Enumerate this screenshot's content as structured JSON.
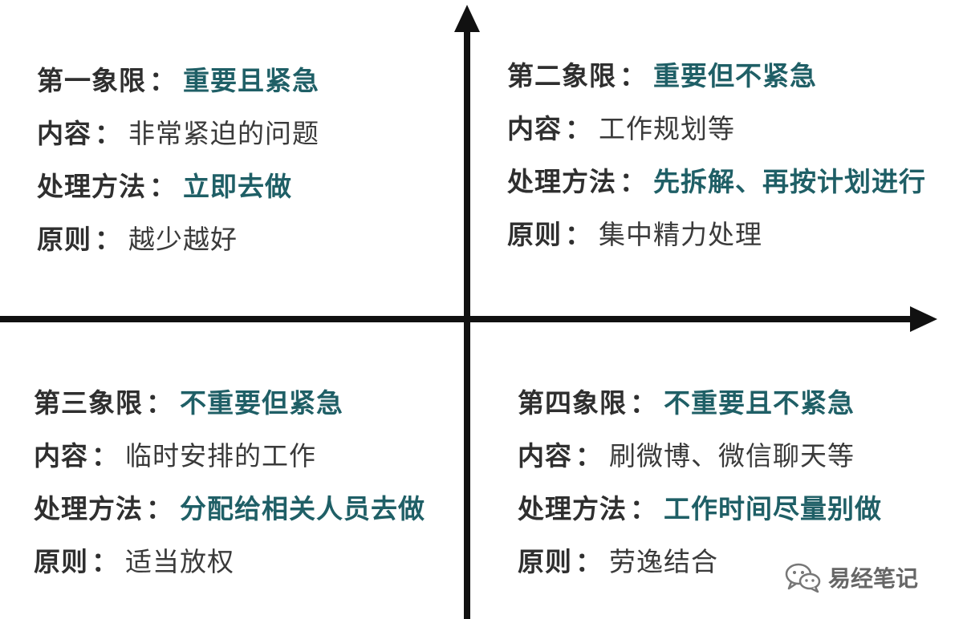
{
  "quadrants": [
    {
      "title_label": "第一象限",
      "title_value": "重要且紧急",
      "content_label": "内容",
      "content_value": "非常紧迫的问题",
      "method_label": "处理方法",
      "method_value": "立即去做",
      "principle_label": "原则",
      "principle_value": "越少越好"
    },
    {
      "title_label": "第二象限",
      "title_value": "重要但不紧急",
      "content_label": "内容",
      "content_value": "工作规划等",
      "method_label": "处理方法",
      "method_value": "先拆解、再按计划进行",
      "principle_label": "原则",
      "principle_value": "集中精力处理"
    },
    {
      "title_label": "第三象限",
      "title_value": "不重要但紧急",
      "content_label": "内容",
      "content_value": "临时安排的工作",
      "method_label": "处理方法",
      "method_value": "分配给相关人员去做",
      "principle_label": "原则",
      "principle_value": "适当放权"
    },
    {
      "title_label": "第四象限",
      "title_value": "不重要且不紧急",
      "content_label": "内容",
      "content_value": "刷微博、微信聊天等",
      "method_label": "处理方法",
      "method_value": "工作时间尽量别做",
      "principle_label": "原则",
      "principle_value": "劳逸结合"
    }
  ],
  "separator": "：",
  "colors": {
    "axis": "#111111",
    "highlight": "#1f5f66",
    "text": "#2f2f2f"
  },
  "watermark": {
    "text": "易经笔记",
    "icon": "wechat-icon"
  }
}
